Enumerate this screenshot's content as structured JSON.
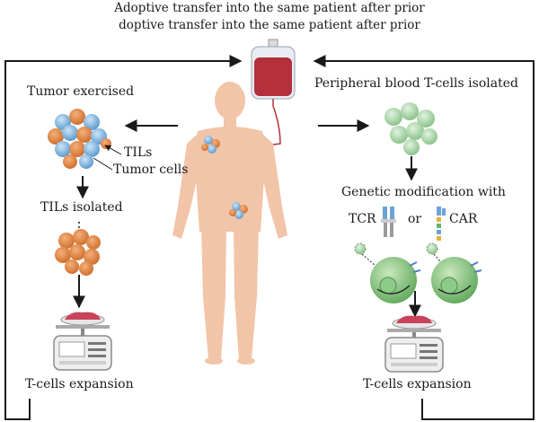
{
  "header": {
    "line1": "Adoptive transfer into the same patient after prior",
    "line2": "doptive transfer into the same patient after prior"
  },
  "left": {
    "tumor_exercised": "Tumor exercised",
    "tils": "TILs",
    "tumor_cells": "Tumor cells",
    "tils_isolated": "TILs isolated",
    "expansion": "T-cells expansion"
  },
  "right": {
    "peripheral": "Peripheral blood T-cells isolated",
    "genetic": "Genetic modification with",
    "tcr": "TCR",
    "or": "or",
    "car": "CAR",
    "expansion": "T-cells expansion"
  },
  "colors": {
    "skin": "#f2c4a8",
    "blood": "#b3303c",
    "til_orange": "#e08a4a",
    "tumor_blue": "#7fb5e0",
    "tcell_green": "#a8d4a8",
    "modified_green": "#7dbf72",
    "line": "#1a1a1a"
  }
}
